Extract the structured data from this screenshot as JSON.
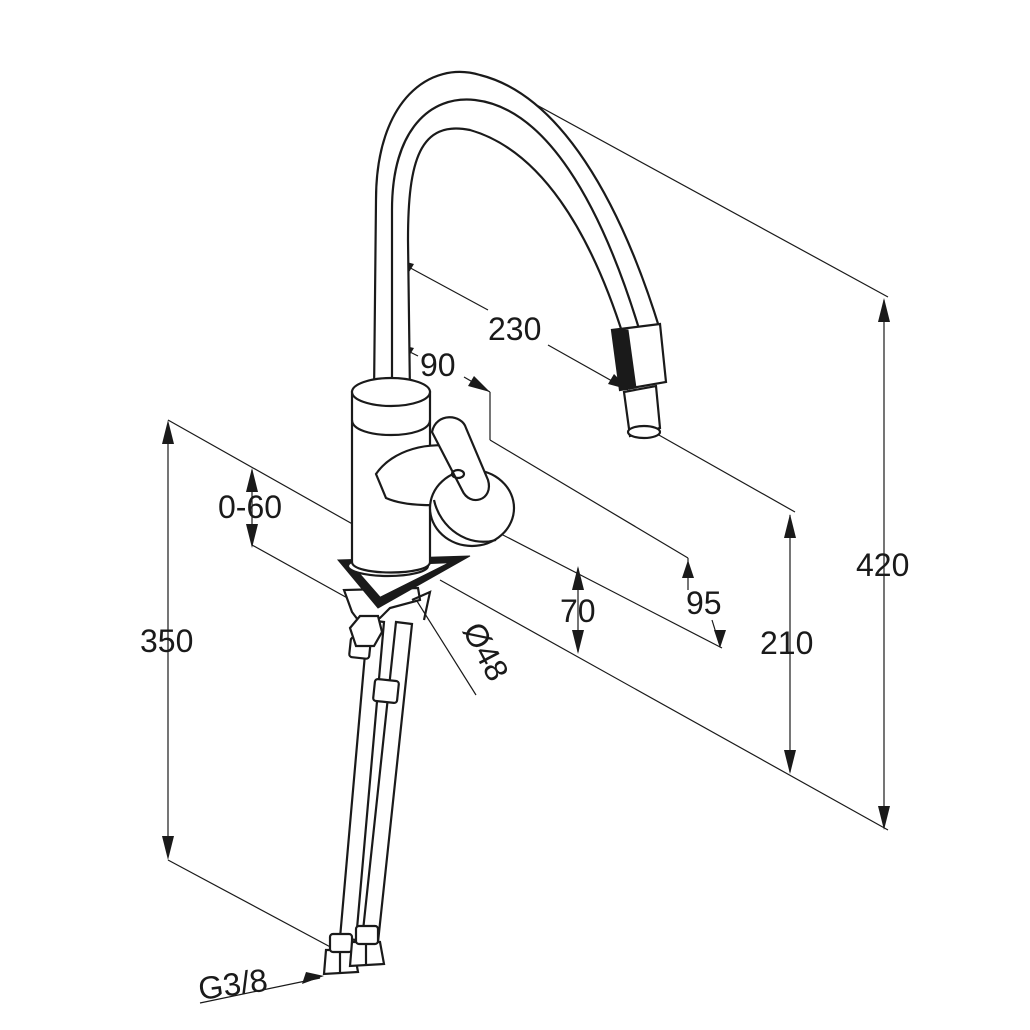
{
  "dimensions": {
    "d230": "230",
    "d90": "90",
    "d0_60": "0-60",
    "d350": "350",
    "d70": "70",
    "d95": "95",
    "d210": "210",
    "d420": "420",
    "d48": "Ø48",
    "g38": "G3/8"
  },
  "colors": {
    "line": "#1a1a1a",
    "background": "#ffffff"
  }
}
